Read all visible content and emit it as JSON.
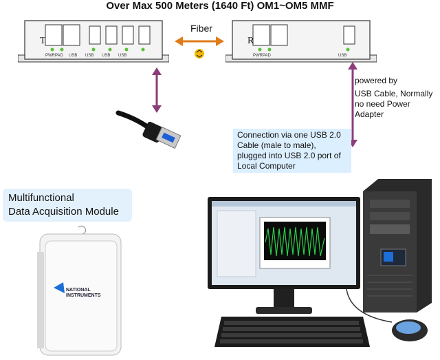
{
  "title": "Over Max 500 Meters (1640 Ft) OM1~OM5 MMF",
  "fiber_label": "Fiber",
  "transmitter": {
    "letter": "T",
    "port_labels": [
      "PWR",
      "PAD",
      "USB",
      "USB",
      "USB",
      "USB"
    ]
  },
  "receiver": {
    "letter": "R",
    "port_labels": [
      "PWR",
      "PAD",
      "USB"
    ]
  },
  "power_note": [
    "powered by",
    "USB Cable, Normally",
    "no need Power Adapter"
  ],
  "connection_note": [
    "Connection via one USB 2.0",
    "Cable (male to male),",
    "plugged into USB 2.0 port of",
    "Local Computer"
  ],
  "module_label": [
    "Multifunctional",
    "Data Acquisition Module"
  ],
  "daq_brand": [
    "NATIONAL",
    "INSTRUMENTS"
  ],
  "colors": {
    "link_arrow": "#8b3d7a",
    "fiber_arrow": "#e07b1a",
    "callout_bg": "#dcefff",
    "trace": "#2bd14b"
  }
}
